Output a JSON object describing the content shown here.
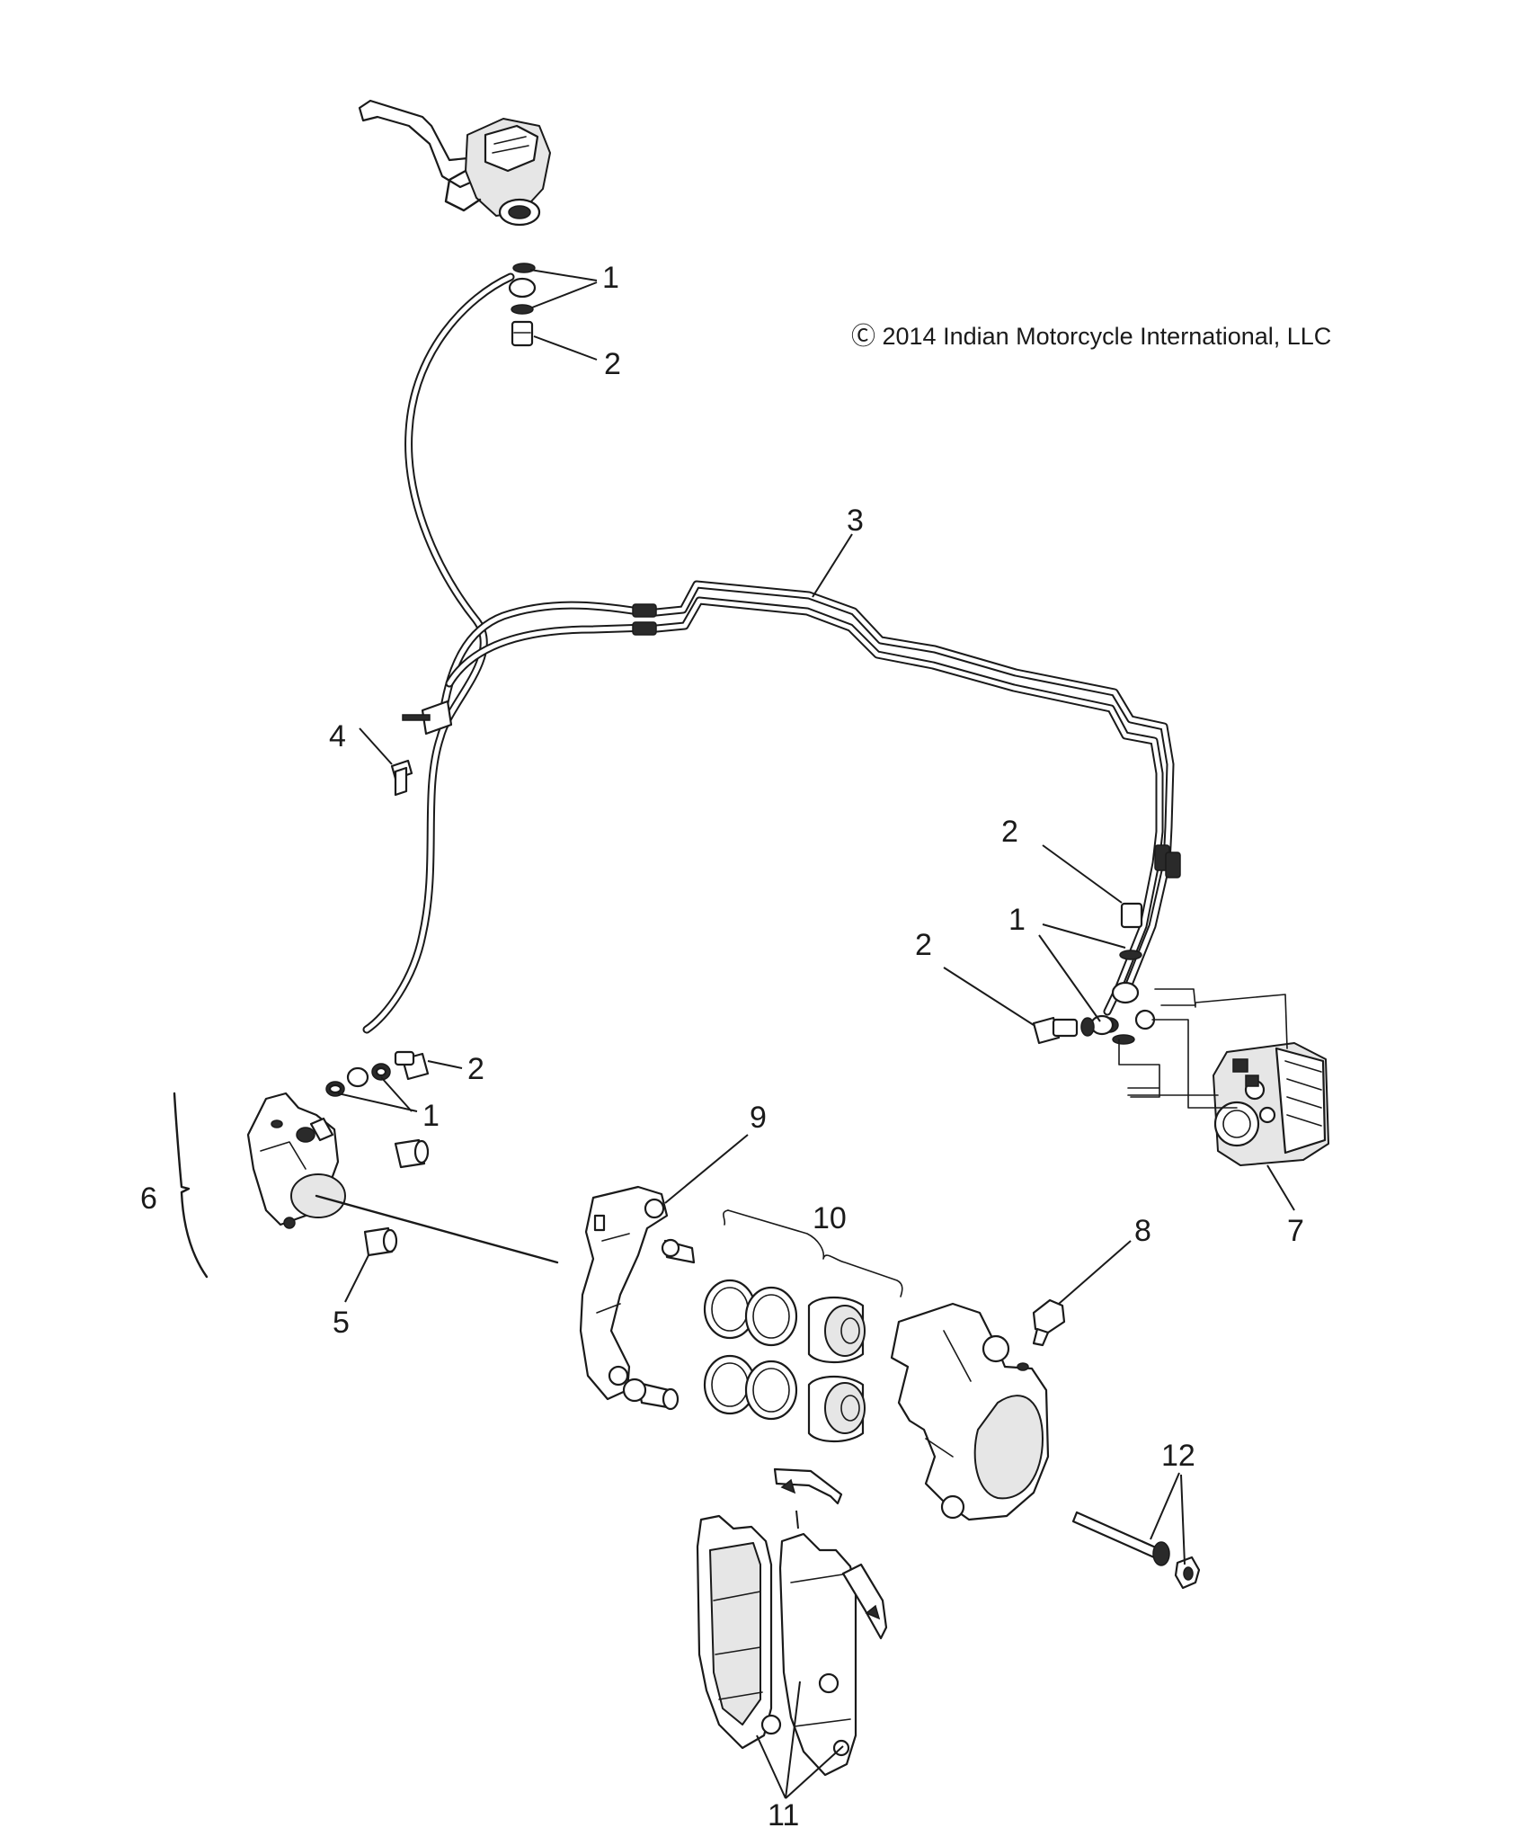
{
  "copyright": "Ⓒ 2014 Indian Motorcycle International, LLC",
  "callouts": {
    "c1_top": "1",
    "c2_top": "2",
    "c3": "3",
    "c4": "4",
    "c2_right_upper": "2",
    "c1_right": "1",
    "c2_right_lower": "2",
    "c2_left": "2",
    "c1_left": "1",
    "c9": "9",
    "c6": "6",
    "c10": "10",
    "c8": "8",
    "c7": "7",
    "c5": "5",
    "c12": "12",
    "c11": "11"
  }
}
